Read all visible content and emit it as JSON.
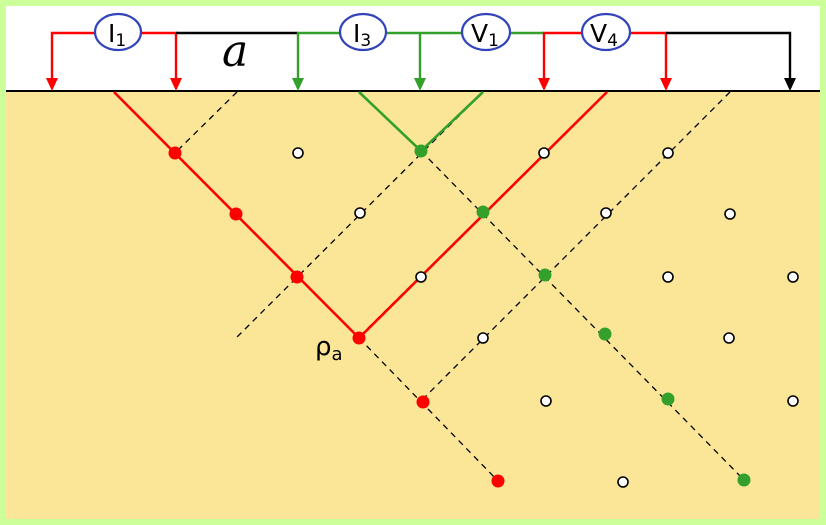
{
  "labels": {
    "electrode_i1": "I",
    "electrode_i1_sub": "1",
    "electrode_i3": "I",
    "electrode_i3_sub": "3",
    "electrode_v1": "V",
    "electrode_v1_sub": "1",
    "electrode_v4": "V",
    "electrode_v4_sub": "4",
    "spacing": "a",
    "rho": "ρ",
    "rho_sub": "a"
  },
  "colors": {
    "background_frame": "#ccff99",
    "air": "#ffffff",
    "ground": "#fbe698",
    "surface_line": "#000000",
    "red": "#ff0000",
    "green": "#33a02c",
    "black": "#000000",
    "open_point_fill": "#ffffff",
    "open_point_stroke": "#000000",
    "dashed_line": "#000000",
    "circle_fill": "#ffffff",
    "circle_stroke": "#3344bb"
  }
}
